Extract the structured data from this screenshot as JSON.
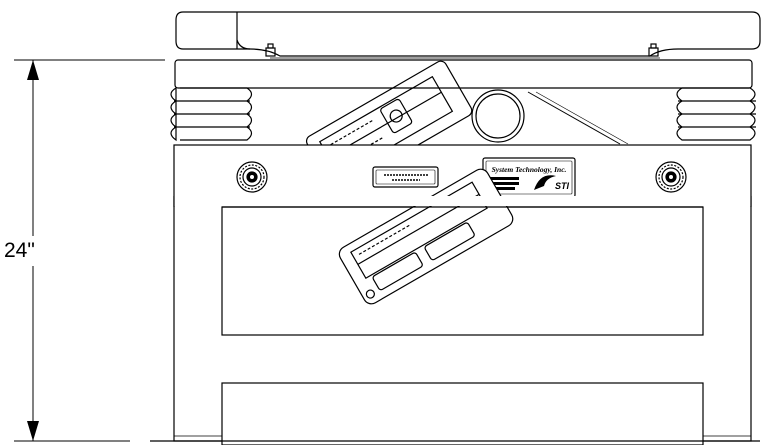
{
  "dimension": {
    "height_label": "24\""
  },
  "plates": {
    "left_plate_lines": [
      "",
      "",
      ""
    ],
    "logo_plate": {
      "company_script": "System Technology, Inc.",
      "logo_text": "STI"
    }
  },
  "colors": {
    "line": "#000000",
    "background": "#ffffff"
  }
}
